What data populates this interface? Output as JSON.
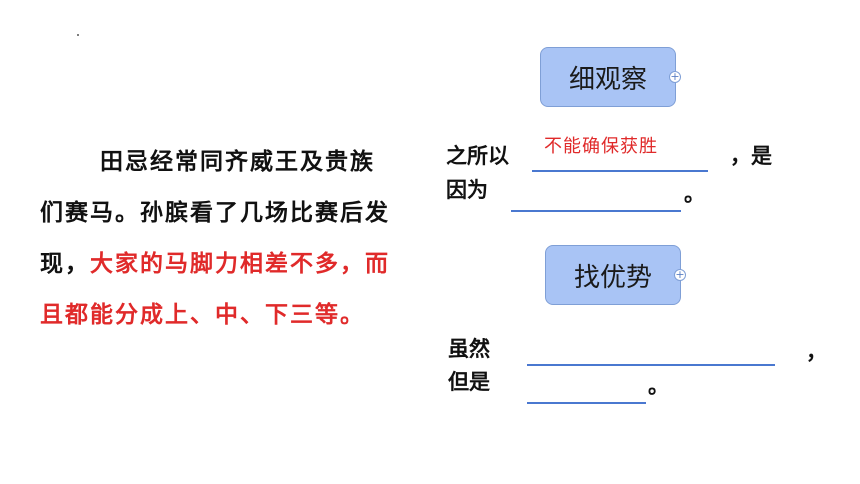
{
  "passage": {
    "p1": "田忌经常同齐威王及贵族们赛马。孙膑看了几场比赛后发现，",
    "p2_red": "大家的马脚力相差不多，而且都能分成上、中、下三等。"
  },
  "section1": {
    "button_label": "细观察",
    "prefix": "之所以",
    "answer": "不能确保获胜",
    "mid": "，是",
    "line2_prefix": "因为",
    "end": "。"
  },
  "section2": {
    "button_label": "找优势",
    "line1_prefix": "虽然",
    "comma": "，",
    "line2_prefix": "但是",
    "end": "。"
  }
}
